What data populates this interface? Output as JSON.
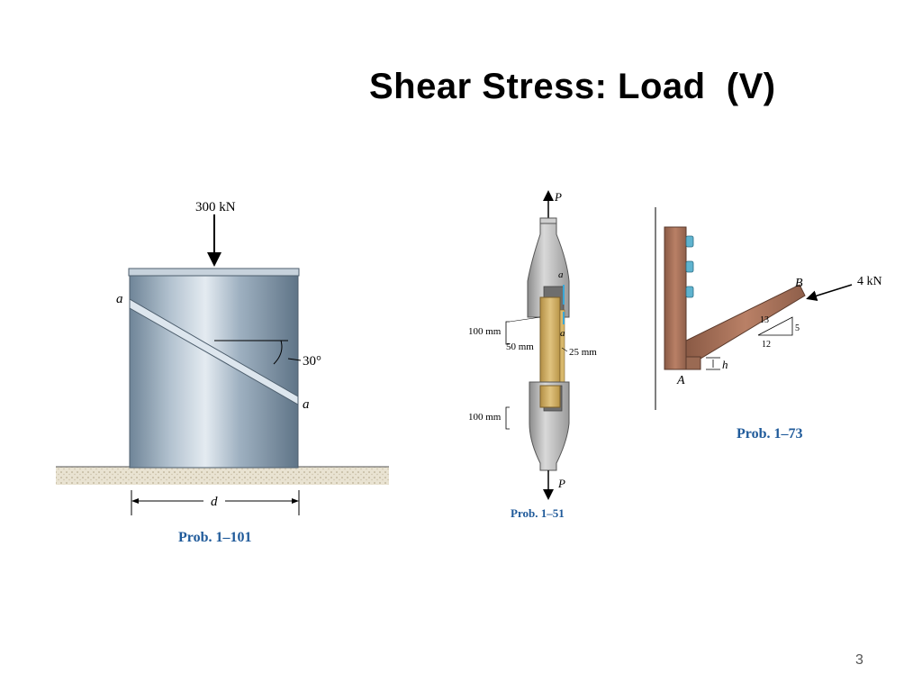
{
  "slide": {
    "title": "Shear Stress: Load  (V)",
    "page_number": "3"
  },
  "figures": {
    "prob_1_101": {
      "caption": "Prob. 1–101",
      "load_label": "300 kN",
      "section_label_left": "a",
      "section_label_right": "a",
      "angle_label": "30°",
      "dimension_label": "d"
    },
    "prob_1_51": {
      "caption": "Prob. 1–51",
      "force_top": "P",
      "force_bottom": "P",
      "dim_top": "100 mm",
      "dim_mid": "50 mm",
      "dim_right": "25 mm",
      "dim_bottom": "100 mm",
      "section_label_top": "a",
      "section_label_bottom": "a"
    },
    "prob_1_73": {
      "caption": "Prob. 1–73",
      "load_label": "4 kN",
      "point_a": "A",
      "point_b": "B",
      "dim_h": "h",
      "slope_hyp": "13",
      "slope_rise": "5",
      "slope_run": "12"
    }
  },
  "colors": {
    "caption": "#1f5a9a",
    "steel": "#8fa3b5",
    "wood": "#a5705a",
    "plywood": "#c9a75e"
  }
}
